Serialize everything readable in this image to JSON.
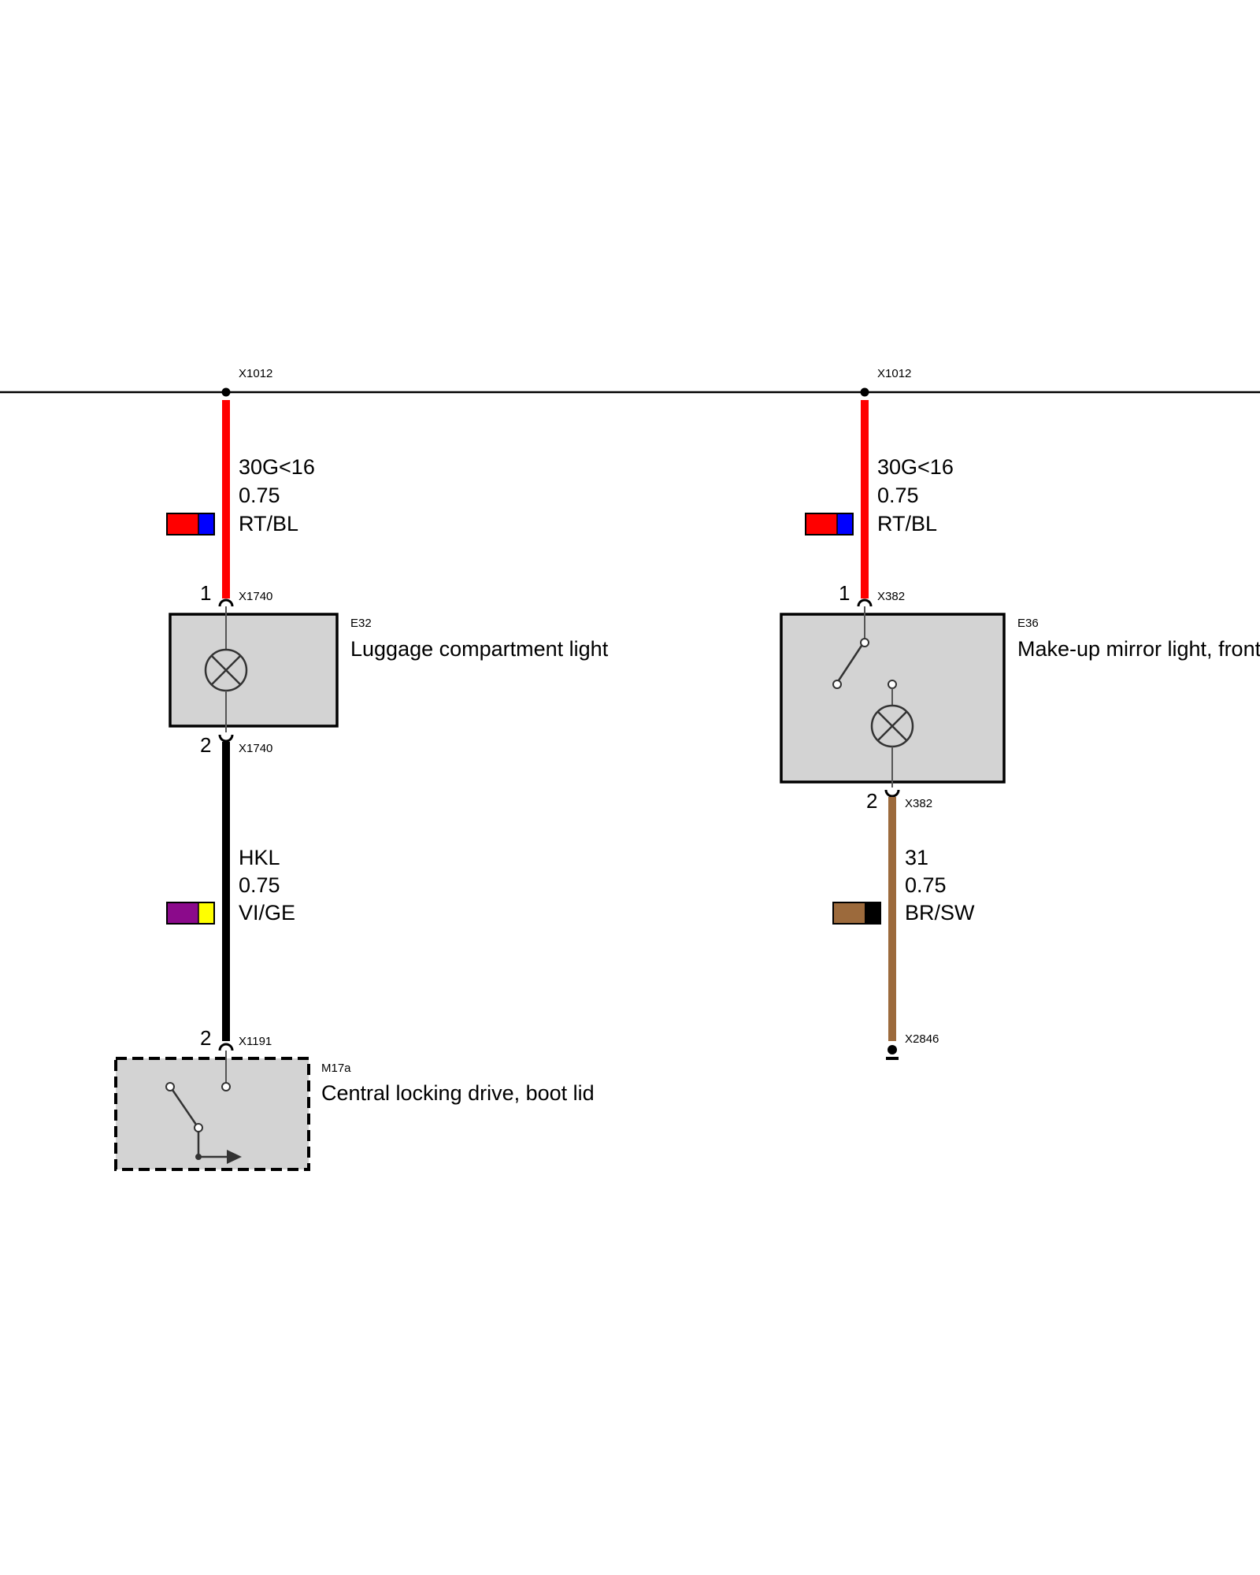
{
  "diagram": {
    "bus_connector_left": "X1012",
    "bus_connector_right": "X1012",
    "left_circuit": {
      "wire_top": {
        "name": "30G<16",
        "gauge": "0.75",
        "color_code": "RT/BL",
        "colors": [
          "#ff0000",
          "#0000ff"
        ],
        "wire_color": "#ff0000"
      },
      "component": {
        "code": "E32",
        "label": "Luggage compartment light",
        "pin_top": "1",
        "pin_bottom": "2",
        "connector_top": "X1740",
        "connector_bottom": "X1740"
      },
      "wire_bottom": {
        "name": "HKL",
        "gauge": "0.75",
        "color_code": "VI/GE",
        "colors": [
          "#8b0a8b",
          "#ffff00"
        ],
        "wire_color": "#000000"
      },
      "actuator": {
        "code": "M17a",
        "label": "Central locking drive, boot lid",
        "pin": "2",
        "connector": "X1191"
      }
    },
    "right_circuit": {
      "wire_top": {
        "name": "30G<16",
        "gauge": "0.75",
        "color_code": "RT/BL",
        "colors": [
          "#ff0000",
          "#0000ff"
        ],
        "wire_color": "#ff0000"
      },
      "component": {
        "code": "E36",
        "label": "Make-up mirror light, front",
        "pin_top": "1",
        "pin_bottom": "2",
        "connector_top": "X382",
        "connector_bottom": "X382"
      },
      "wire_bottom": {
        "name": "31",
        "gauge": "0.75",
        "color_code": "BR/SW",
        "colors": [
          "#9c6a3c",
          "#000000"
        ],
        "wire_color": "#9c6a3c"
      },
      "ground": {
        "connector": "X2846"
      }
    }
  }
}
